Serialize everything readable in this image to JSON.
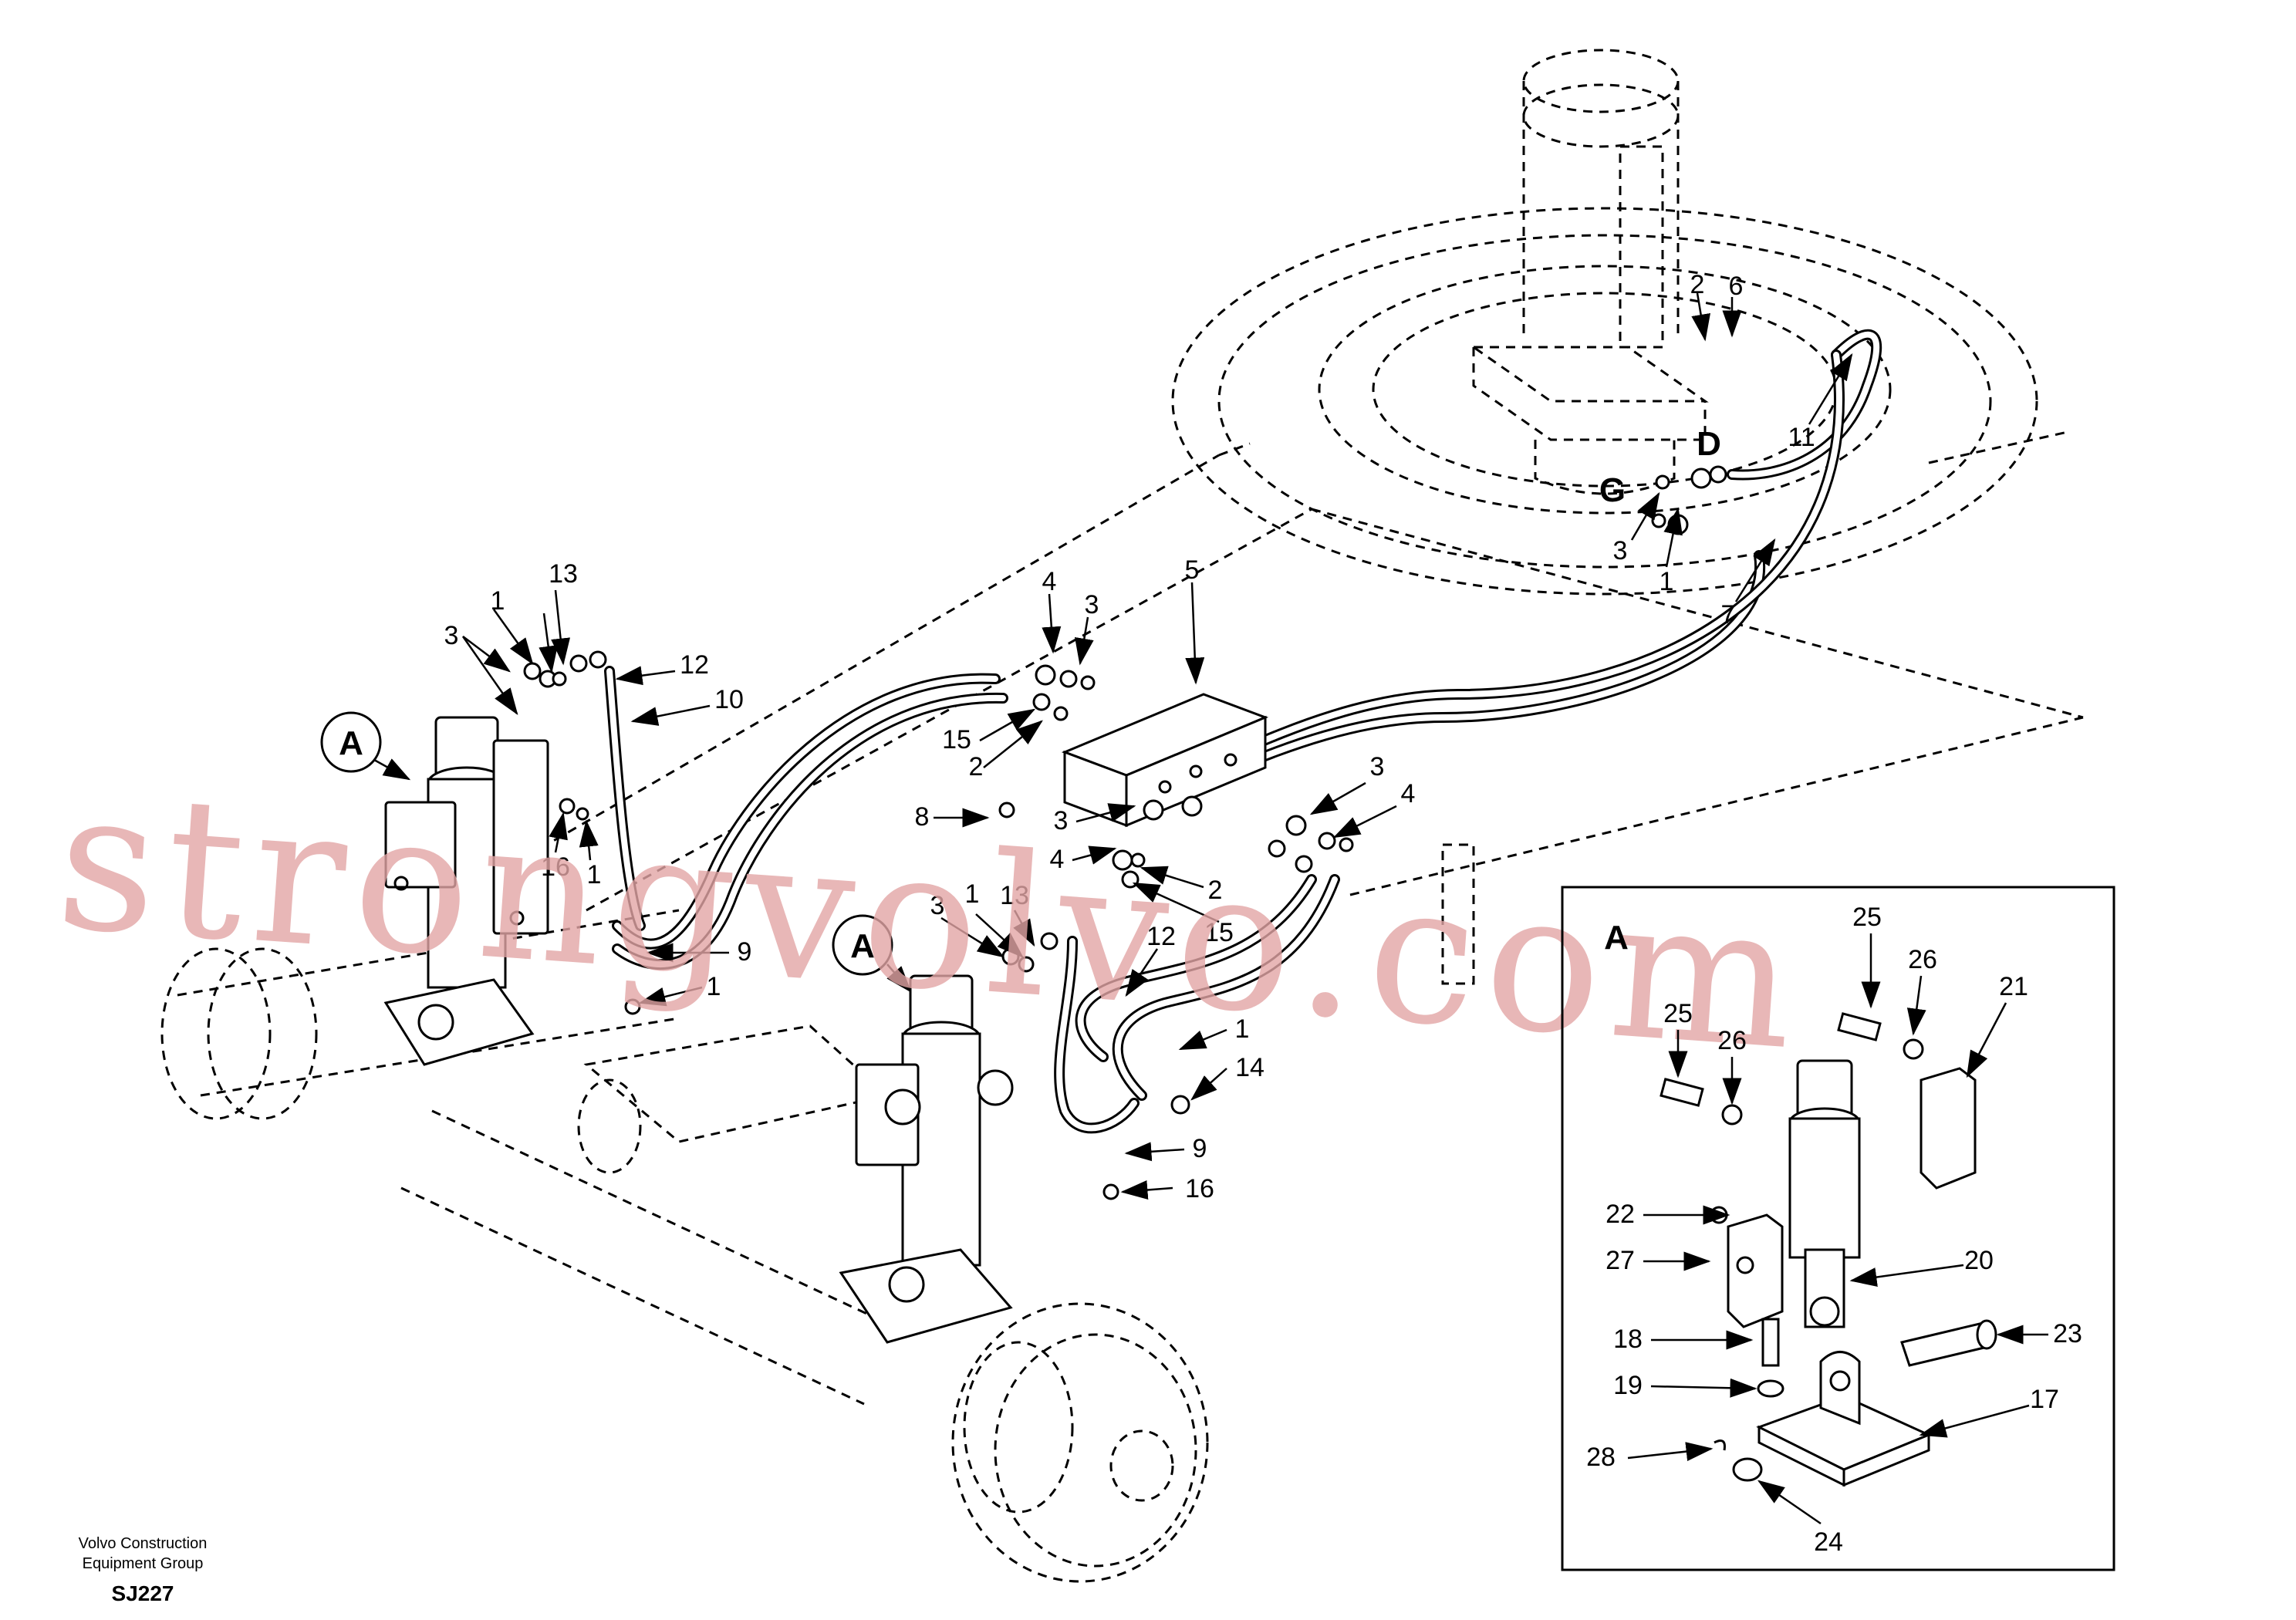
{
  "diagram": {
    "port_labels": {
      "d": "D",
      "g": "G"
    },
    "view_marker": "A",
    "detail_title": "A",
    "callouts": {
      "c1": "1",
      "c2": "2",
      "c3": "3",
      "c4": "4",
      "c5": "5",
      "c6": "6",
      "c7": "7",
      "c8": "8",
      "c9": "9",
      "c10": "10",
      "c11": "11",
      "c12": "12",
      "c13": "13",
      "c14": "14",
      "c15": "15",
      "c16": "16",
      "c17": "17",
      "c18": "18",
      "c19": "19",
      "c20": "20",
      "c21": "21",
      "c22": "22",
      "c23": "23",
      "c24": "24",
      "c25": "25",
      "c26": "26",
      "c27": "27",
      "c28": "28"
    }
  },
  "watermark": "strongvolvo.com",
  "footer": {
    "company_line1": "Volvo Construction",
    "company_line2": "Equipment Group",
    "ref_code": "SJ227"
  }
}
